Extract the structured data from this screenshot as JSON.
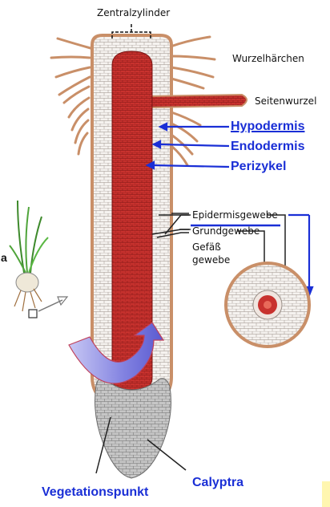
{
  "labels": {
    "zentralzylinder": "Zentralzylinder",
    "wurzelhaerchen": "Wurzelhärchen",
    "seitenwurzel": "Seitenwurzel",
    "hypodermis": "Hypodermis",
    "endodermis": "Endodermis",
    "perizykel": "Perizykel",
    "epidermisgewebe": "Epidermisgewebe",
    "grundgewebe": "Grundgewebe",
    "gefaess_line1": "Gefäß",
    "gefaess_line2": "gewebe",
    "vegetationspunkt": "Vegetationspunkt",
    "calyptra": "Calyptra",
    "fragment_a": "a"
  },
  "colors": {
    "annotation_blue": "#1a2fd6",
    "stele_red": "#c8322e",
    "cortex_white": "#f4f1ee",
    "epidermis_tan": "#c98f68",
    "root_cap_grey": "#b9b9b9"
  },
  "icons": {
    "plant": "onion-seedling-icon",
    "growth_arrow": "curved-growth-arrow-icon"
  }
}
